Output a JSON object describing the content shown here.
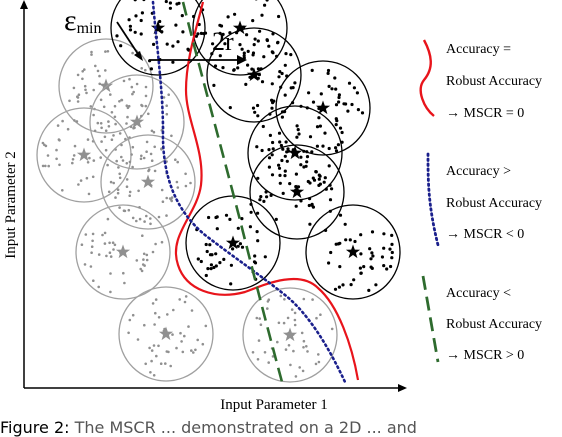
{
  "axes": {
    "x_label": "Input Parameter 1",
    "y_label": "Input Parameter 2"
  },
  "annotations": {
    "epsilon_label": "ε",
    "epsilon_sub": "min",
    "radius_label": "2r"
  },
  "legend": [
    {
      "line1": "Accuracy =",
      "line2": "Robust Accuracy",
      "line3": "→ MSCR = 0",
      "color": "#e8141b",
      "style": "solid"
    },
    {
      "line1": "Accuracy >",
      "line2": "Robust Accuracy",
      "line3": "→ MSCR < 0",
      "color": "#1a1f8c",
      "style": "dotted"
    },
    {
      "line1": "Accuracy <",
      "line2": "Robust Accuracy",
      "line3": "→ MSCR > 0",
      "color": "#2e6b2e",
      "style": "dashed"
    }
  ],
  "caption": {
    "number": "Figure 2:",
    "text": "The MSCR ... demonstrated on a 2D ... and"
  },
  "colors": {
    "class_a_circle": "#a0a0a0",
    "class_a_points": "#909090",
    "class_b_circle": "#000000",
    "class_b_points": "#000000"
  }
}
